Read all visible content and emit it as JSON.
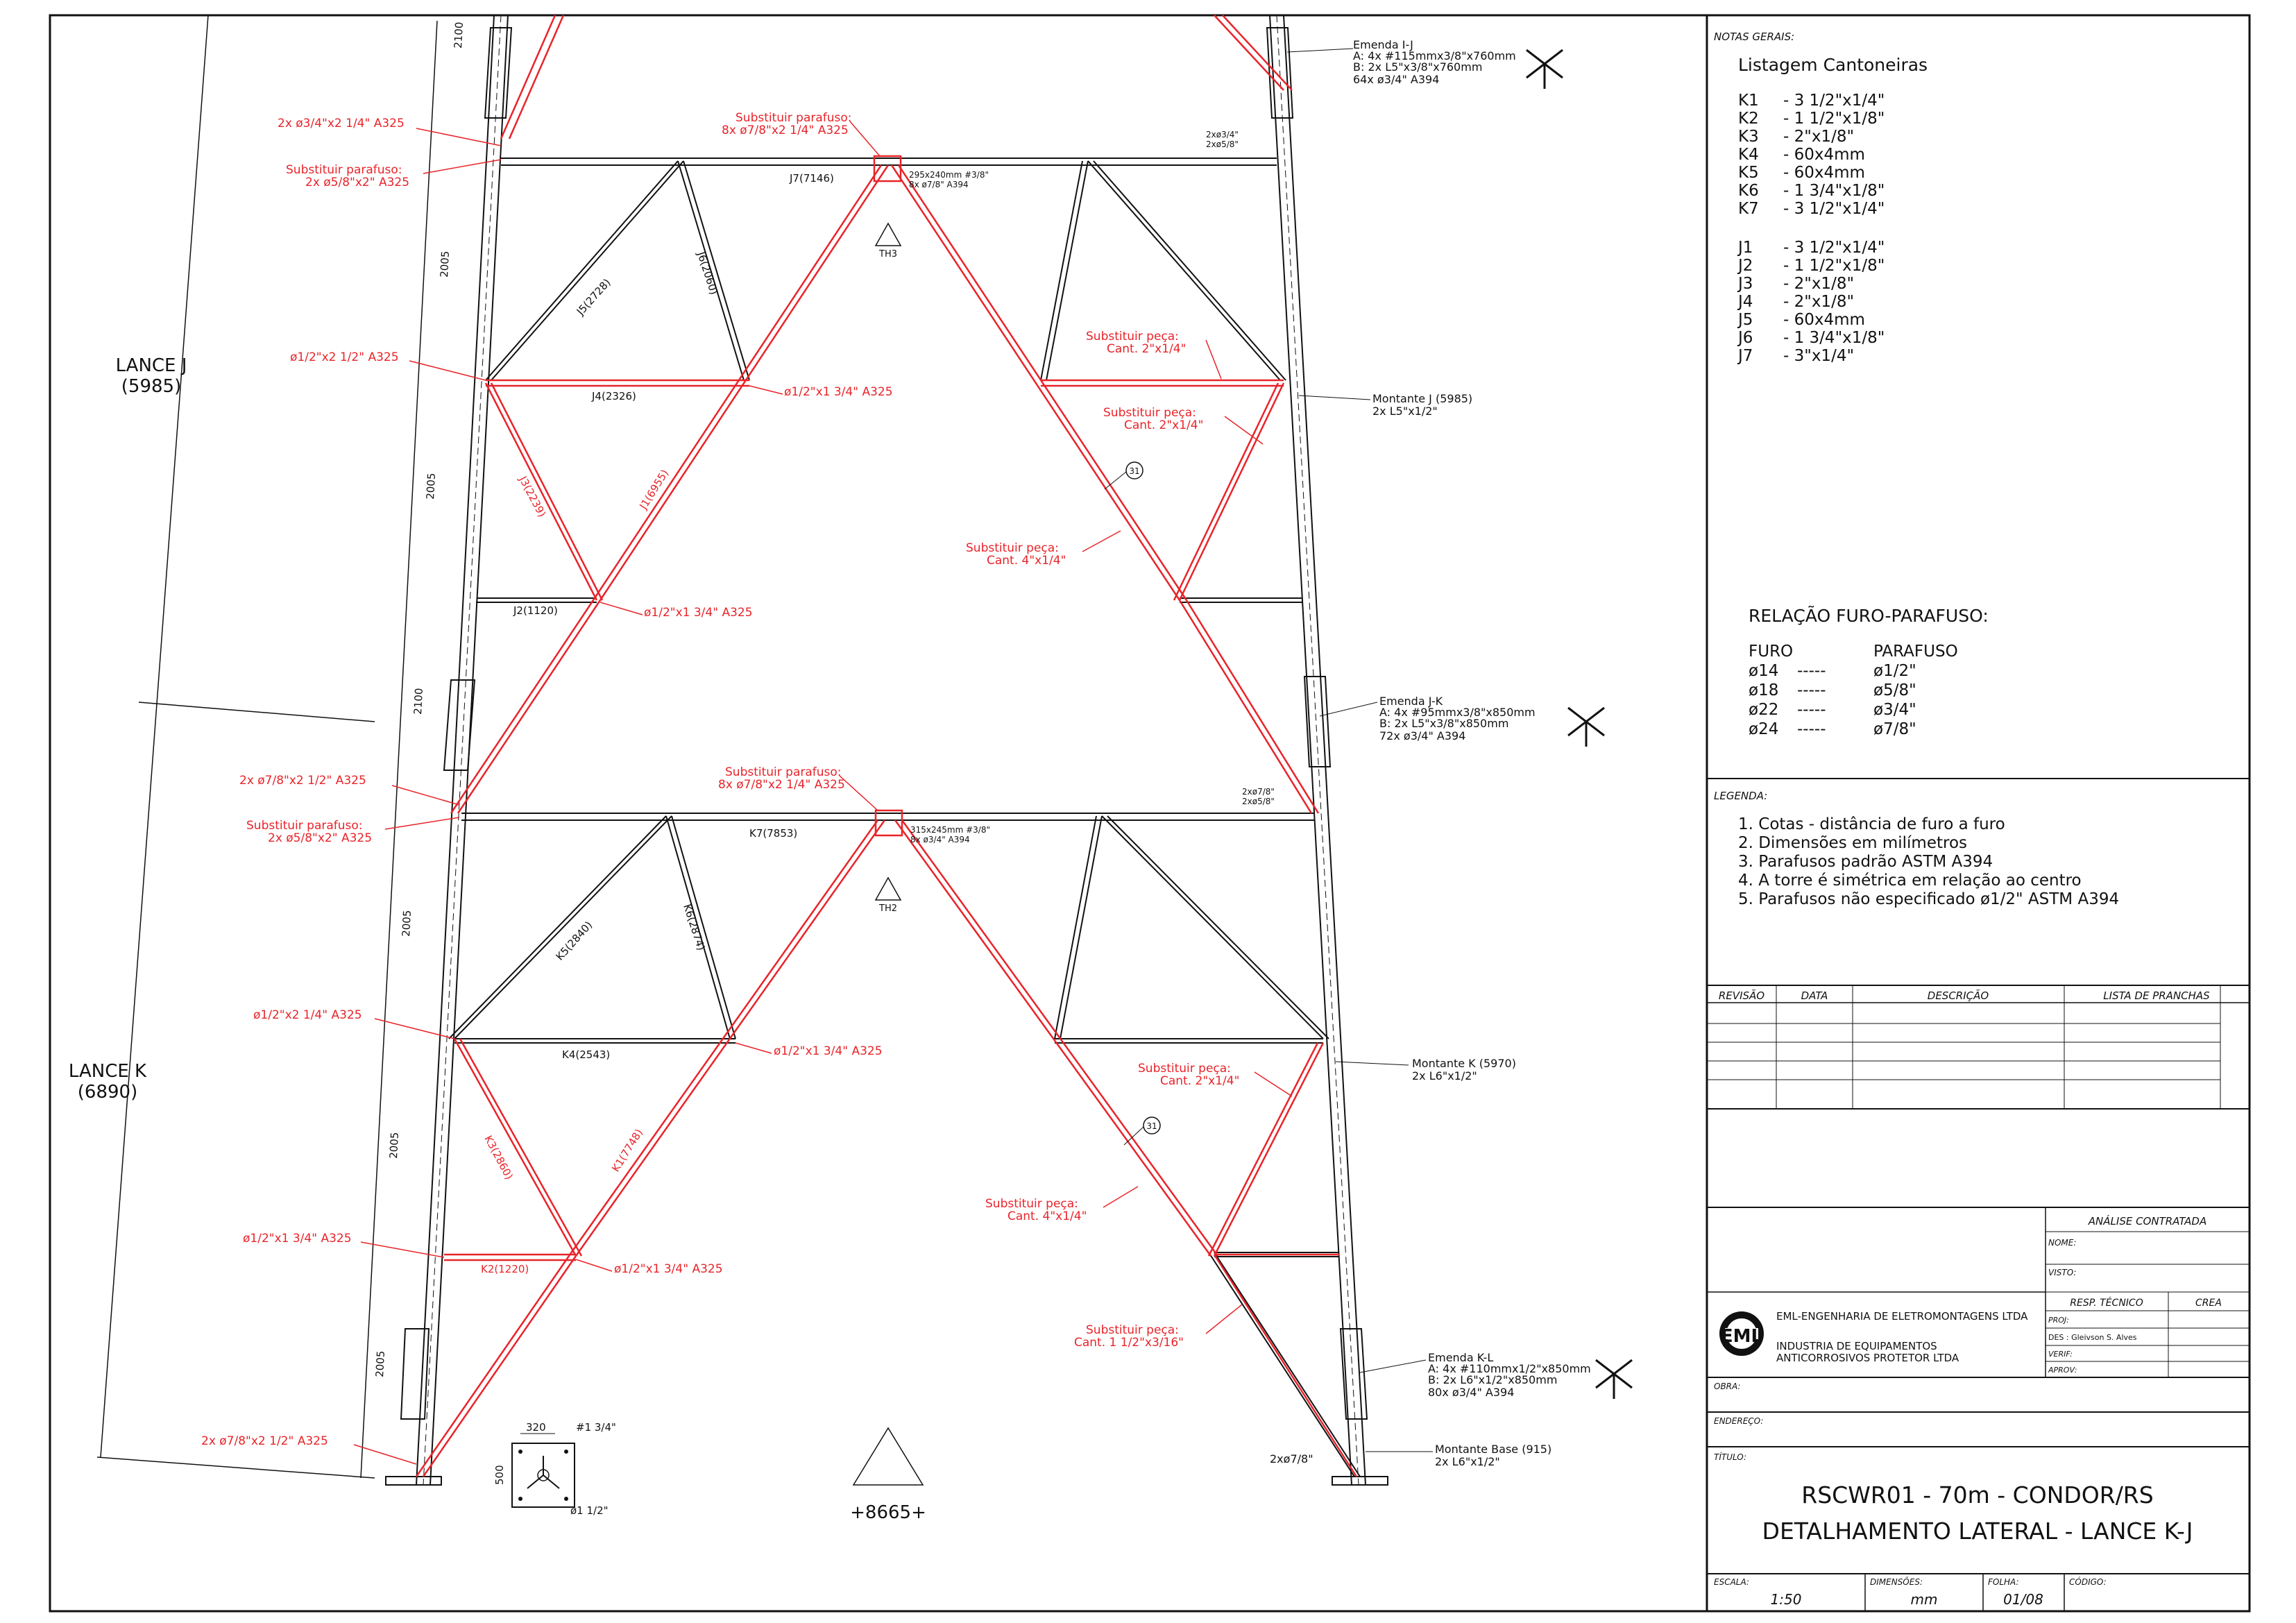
{
  "sheet": {
    "notes_heading": "NOTAS GERAIS:",
    "cantoneiras_title": "Listagem Cantoneiras",
    "cantoneiras": [
      {
        "id": "K1",
        "spec": "- 3 1/2\"x1/4\""
      },
      {
        "id": "K2",
        "spec": "- 1 1/2\"x1/8\""
      },
      {
        "id": "K3",
        "spec": "- 2\"x1/8\""
      },
      {
        "id": "K4",
        "spec": "- 60x4mm"
      },
      {
        "id": "K5",
        "spec": "- 60x4mm"
      },
      {
        "id": "K6",
        "spec": "- 1 3/4\"x1/8\""
      },
      {
        "id": "K7",
        "spec": "- 3 1/2\"x1/4\""
      },
      {
        "id": "J1",
        "spec": "- 3 1/2\"x1/4\""
      },
      {
        "id": "J2",
        "spec": "- 1 1/2\"x1/8\""
      },
      {
        "id": "J3",
        "spec": "- 2\"x1/8\""
      },
      {
        "id": "J4",
        "spec": "- 2\"x1/8\""
      },
      {
        "id": "J5",
        "spec": "- 60x4mm"
      },
      {
        "id": "J6",
        "spec": "- 1 3/4\"x1/8\""
      },
      {
        "id": "J7",
        "spec": "- 3\"x1/4\""
      }
    ],
    "relacao_title": "RELAÇÃO FURO-PARAFUSO:",
    "relacao_headers": [
      "FURO",
      "PARAFUSO"
    ],
    "relacao": [
      {
        "furo": "ø14",
        "sep": "-----",
        "parafuso": "ø1/2\""
      },
      {
        "furo": "ø18",
        "sep": "-----",
        "parafuso": "ø5/8\""
      },
      {
        "furo": "ø22",
        "sep": "-----",
        "parafuso": "ø3/4\""
      },
      {
        "furo": "ø24",
        "sep": "-----",
        "parafuso": "ø7/8\""
      }
    ],
    "legenda_heading": "LEGENDA:",
    "legenda": [
      "1. Cotas - distância de furo a furo",
      "2. Dimensões em milímetros",
      "3. Parafusos padrão ASTM A394",
      "4. A torre é simétrica em relação ao centro",
      "5. Parafusos não especificado ø1/2\" ASTM A394"
    ],
    "rev_headers": [
      "REVISÃO",
      "DATA",
      "DESCRIÇÃO",
      "LISTA DE PRANCHAS"
    ],
    "analise": "ANÁLISE CONTRATADA",
    "nome": "NOME:",
    "visto": "VISTO:",
    "resp_tecnico": "RESP. TÉCNICO",
    "crea": "CREA",
    "proj": "PROJ:",
    "des": "DES : Gleivson S. Alves",
    "verif": "VERIF:",
    "aprov": "APROV:",
    "company_1": "EML-ENGENHARIA DE ELETROMONTAGENS LTDA",
    "company_2": "INDUSTRIA DE EQUIPAMENTOS",
    "company_3": "ANTICORROSIVOS PROTETOR LTDA",
    "logo": "EML",
    "obra": "OBRA:",
    "endereco": "ENDEREÇO:",
    "titulo_label": "TÍTULO:",
    "title_1": "RSCWR01 - 70m - CONDOR/RS",
    "title_2": "DETALHAMENTO LATERAL - LANCE K-J",
    "escala_label": "ESCALA:",
    "escala": "1:50",
    "dimensoes_label": "DIMENSÕES:",
    "dimensoes": "mm",
    "folha_label": "FOLHA:",
    "folha": "01/08",
    "codigo_label": "CÓDIGO:"
  },
  "tower": {
    "lance_j": "LANCE J",
    "lance_j_len": "(5985)",
    "lance_k": "LANCE K",
    "lance_k_len": "(6890)",
    "elevation": "+8665+",
    "dims_left": [
      "2100",
      "2005",
      "2005",
      "2100",
      "2005",
      "2005",
      "2005"
    ],
    "members": {
      "j7": "J7(7146)",
      "j5": "J5(2728)",
      "j6": "J6(2060)",
      "j4": "J4(2326)",
      "j3": "J3(2239)",
      "j1": "J1(6955)",
      "j2": "J2(1120)",
      "k7": "K7(7853)",
      "k5": "K5(2840)",
      "k6": "K6(2874)",
      "k4": "K4(2543)",
      "k3": "K3(2860)",
      "k1": "K1(7748)",
      "k2": "K2(1220)"
    },
    "th3": "TH3",
    "th2": "TH2",
    "circle_31": "31",
    "emenda_ij": [
      "Emenda I-J",
      "A: 4x #115mmx3/8\"x760mm",
      "B: 2x L5\"x3/8\"x760mm",
      "64x ø3/4\" A394"
    ],
    "emenda_jk": [
      "Emenda J-K",
      "A: 4x #95mmx3/8\"x850mm",
      "B: 2x L5\"x3/8\"x850mm",
      "72x ø3/4\" A394"
    ],
    "emenda_kl": [
      "Emenda K-L",
      "A: 4x #110mmx1/2\"x850mm",
      "B: 2x L6\"x1/2\"x850mm",
      "80x ø3/4\" A394"
    ],
    "montante_j": [
      "Montante J (5985)",
      "2x L5\"x1/2\""
    ],
    "montante_k": [
      "Montante K (5970)",
      "2x L6\"x1/2\""
    ],
    "montante_base": [
      "Montante Base (915)",
      "2x L6\"x1/2\""
    ],
    "plate_top": [
      "295x240mm #3/8\"",
      "8x ø7/8\" A394"
    ],
    "plate_mid": [
      "315x245mm #3/8\"",
      "8x ø3/4\" A394"
    ],
    "bolt_small_top": [
      "2xø3/4\"",
      "2xø5/8\""
    ],
    "bolt_small_mid": [
      "2xø7/8\"",
      "2xø5/8\""
    ],
    "bolt_base_right": "2xø7/8\"",
    "base_plate": {
      "w": "320",
      "h": "500",
      "hole": "#1 3/4\"",
      "bolt": "ø1 1/2\""
    },
    "red": {
      "r1": "2x ø3/4\"x2 1/4\" A325",
      "r2a": "Substituir parafuso:",
      "r2b": "2x ø5/8\"x2\" A325",
      "r3a": "Substituir parafuso:",
      "r3b": "8x ø7/8\"x2 1/4\" A325",
      "r4": "ø1/2\"x2 1/2\" A325",
      "r5": "ø1/2\"x1 3/4\" A325",
      "r6a": "Substituir peça:",
      "r6b": "Cant. 2\"x1/4\"",
      "r7a": "Substituir peça:",
      "r7b": "Cant. 2\"x1/4\"",
      "r8a": "Substituir peça:",
      "r8b": "Cant. 4\"x1/4\"",
      "r9": "ø1/2\"x1 3/4\" A325",
      "r10": "2x ø7/8\"x2 1/2\" A325",
      "r11a": "Substituir parafuso:",
      "r11b": "2x ø5/8\"x2\" A325",
      "r12a": "Substituir parafuso:",
      "r12b": "8x ø7/8\"x2 1/4\" A325",
      "r13": "ø1/2\"x2 1/4\" A325",
      "r14": "ø1/2\"x1 3/4\" A325",
      "r15a": "Substituir peça:",
      "r15b": "Cant. 2\"x1/4\"",
      "r16a": "Substituir peça:",
      "r16b": "Cant. 4\"x1/4\"",
      "r17": "ø1/2\"x1 3/4\" A325",
      "r18": "ø1/2\"x1 3/4\" A325",
      "r19a": "Substituir peça:",
      "r19b": "Cant. 1 1/2\"x3/16\"",
      "r20": "2x ø7/8\"x2 1/2\" A325"
    }
  },
  "colors": {
    "ink": "#111111",
    "markup": "#e8242a",
    "paper": "#ffffff"
  }
}
